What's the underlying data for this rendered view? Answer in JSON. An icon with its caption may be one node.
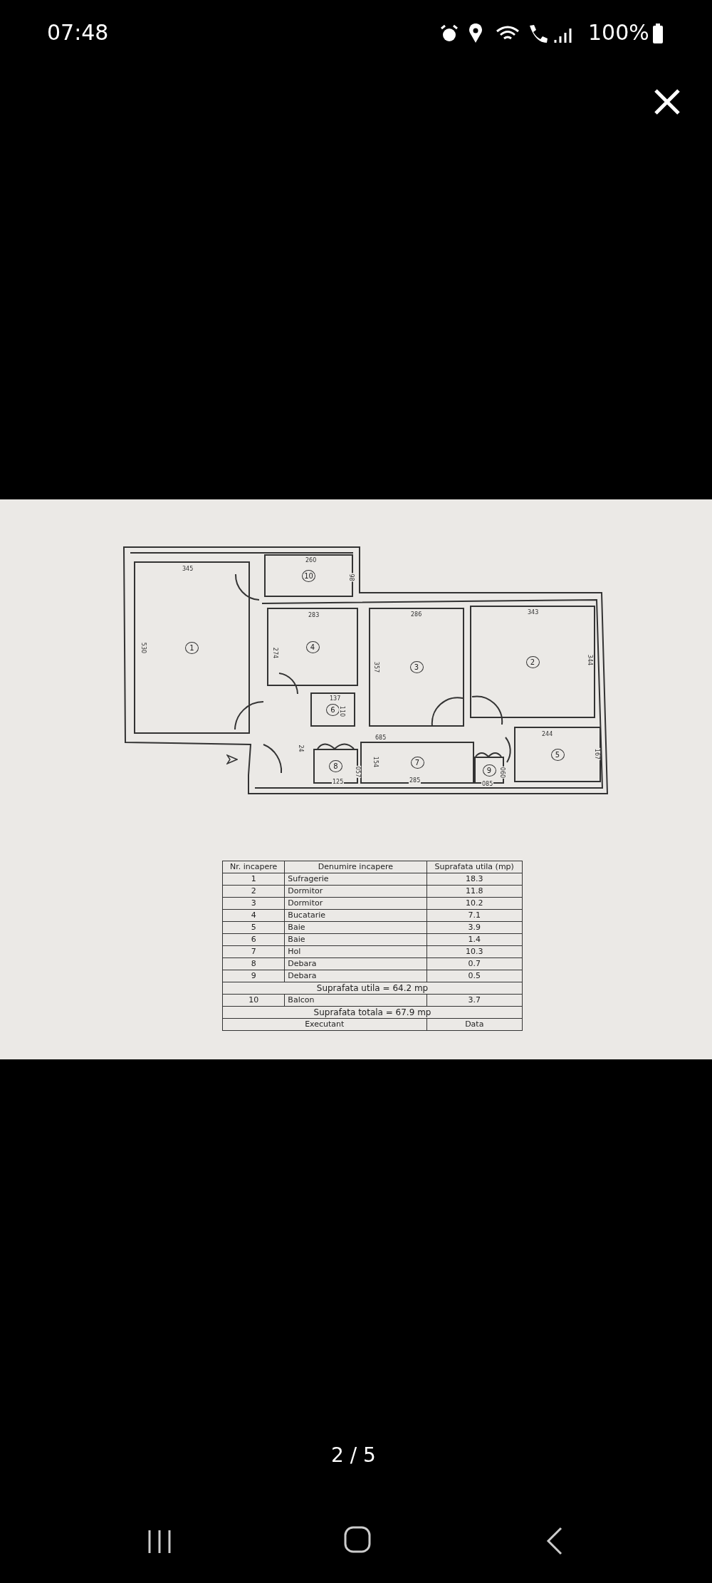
{
  "diagram": {
    "nodes": [
      {
        "text": [
          "1"
        ]
      },
      {
        "text": [
          "2"
        ]
      },
      {
        "text": [
          "3"
        ]
      },
      {
        "text": [
          "4"
        ]
      },
      {
        "text": [
          "5"
        ]
      },
      {
        "text": [
          "6"
        ]
      },
      {
        "text": [
          "7"
        ]
      },
      {
        "text": [
          "8"
        ]
      },
      {
        "text": [
          "9"
        ]
      },
      {
        "text": [
          "10"
        ]
      }
    ],
    "labels": [
      "07:48",
      "100%",
      "345",
      "530",
      "260",
      "98",
      "283",
      "274",
      "137",
      "110",
      "286",
      "357",
      "343",
      "344",
      "685",
      "154",
      "24",
      "285",
      "244",
      "167",
      "125",
      "057",
      "085",
      "060",
      "Nr. incapere",
      "Denumire incapere",
      "Suprafata utila (mp)",
      "1",
      "Sufragerie",
      "18.3",
      "2",
      "Dormitor",
      "11.8",
      "3",
      "Dormitor",
      "10.2",
      "4",
      "Bucatarie",
      "7.1",
      "5",
      "Baie",
      "3.9",
      "6",
      "Baie",
      "1.4",
      "7",
      "Hol",
      "10.3",
      "8",
      "Debara",
      "0.7",
      "9",
      "Debara",
      "0.5",
      "Suprafata utila = 64.2 mp",
      "10",
      "Balcon",
      "3.7",
      "Suprafata totala = 67.9 mp",
      "Executant",
      "Data",
      "2 / 5"
    ]
  }
}
